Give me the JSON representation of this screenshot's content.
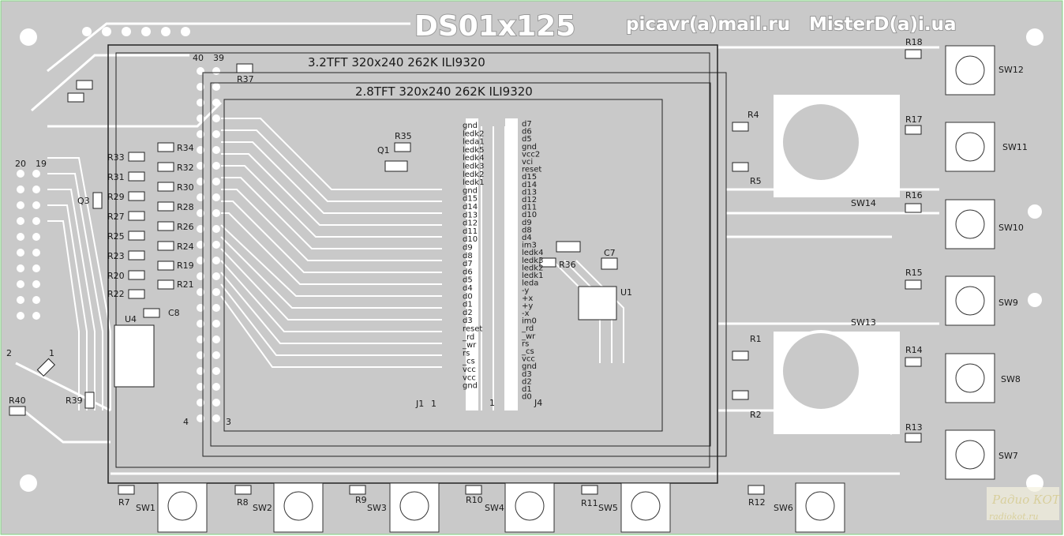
{
  "board_title": "DS01x125",
  "contact_left": "picavr(a)mail.ru",
  "contact_right": "MisterD(a)i.ua",
  "lcd_labels": [
    "3.2TFT 320x240 262K ILI9320",
    "2.8TFT 320x240 262K ILI9320"
  ],
  "connector_pins": {
    "left_col": [
      "gnd",
      "ledk2",
      "leda1",
      "ledk5",
      "ledk4",
      "ledk3",
      "ledk2",
      "ledk1",
      "gnd",
      "d15",
      "d14",
      "d13",
      "d12",
      "d11",
      "d10",
      "d9",
      "d8",
      "d7",
      "d6",
      "d5",
      "d4",
      "d0",
      "d1",
      "d2",
      "d3",
      "reset",
      "_rd",
      "_wr",
      "rs",
      "_cs",
      "vcc",
      "vcc",
      "gnd"
    ],
    "right_col": [
      "d7",
      "d6",
      "d5",
      "gnd",
      "vcc2",
      "vci",
      "reset",
      "d15",
      "d14",
      "d13",
      "d12",
      "d11",
      "d10",
      "d9",
      "d8",
      "d4",
      "im3",
      "ledk4",
      "ledk3",
      "ledk2",
      "ledk1",
      "leda",
      "-y",
      "+x",
      "+y",
      "-x",
      "im0",
      "_rd",
      "_wr",
      "rs",
      "_cs",
      "vcc",
      "gnd",
      "d3",
      "d2",
      "d1",
      "d0"
    ]
  },
  "resistors": [
    "R18",
    "R17",
    "R16",
    "R15",
    "R14",
    "R13",
    "R4",
    "R5",
    "R1",
    "R2",
    "R35",
    "R36",
    "R37",
    "R33",
    "R34",
    "R31",
    "R32",
    "R29",
    "R30",
    "R27",
    "R28",
    "R25",
    "R26",
    "R23",
    "R24",
    "R20",
    "R19",
    "R22",
    "R21",
    "R40",
    "R39",
    "R7",
    "R8",
    "R9",
    "R10",
    "R11",
    "R12"
  ],
  "capacitors": [
    "C7",
    "C8"
  ],
  "chips": [
    "U1",
    "U4",
    "Q1",
    "Q3"
  ],
  "switches": [
    "SW12",
    "SW11",
    "SW14",
    "SW10",
    "SW9",
    "SW13",
    "SW8",
    "SW7",
    "SW1",
    "SW2",
    "SW3",
    "SW4",
    "SW5",
    "SW6"
  ],
  "connector_names": [
    "J1",
    "J4"
  ],
  "pin_numbers": [
    "40",
    "39",
    "20",
    "19",
    "1",
    "2",
    "4",
    "3",
    "1",
    "1"
  ],
  "watermark": [
    "Радио КОТ",
    "radiokot.ru"
  ]
}
